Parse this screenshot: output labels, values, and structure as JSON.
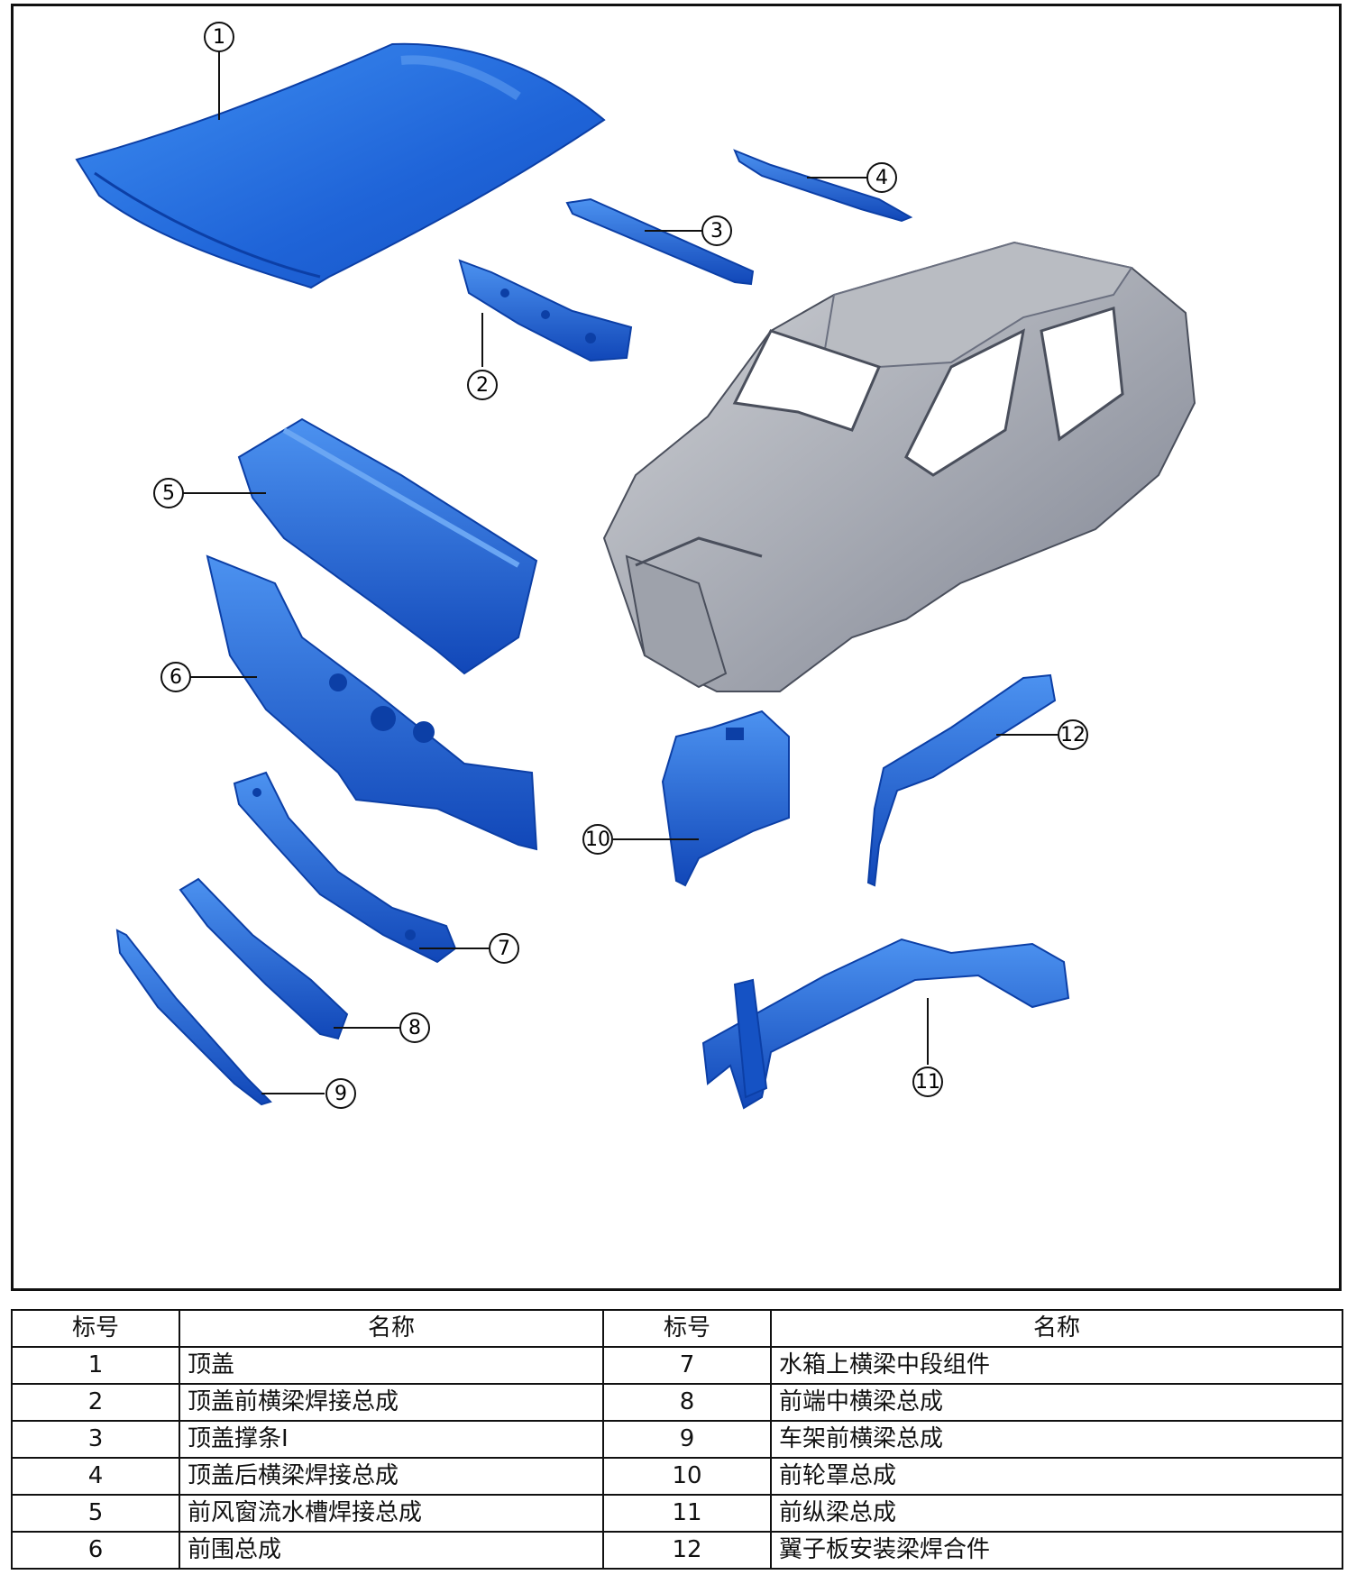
{
  "callouts": [
    "1",
    "2",
    "3",
    "4",
    "5",
    "6",
    "7",
    "8",
    "9",
    "10",
    "11",
    "12"
  ],
  "legend": {
    "headers": [
      "标号",
      "名称",
      "标号",
      "名称"
    ],
    "rows": [
      {
        "left_num": "1",
        "left_name": "顶盖",
        "right_num": "7",
        "right_name": "水箱上横梁中段组件"
      },
      {
        "left_num": "2",
        "left_name": "顶盖前横梁焊接总成",
        "right_num": "8",
        "right_name": "前端中横梁总成"
      },
      {
        "left_num": "3",
        "left_name": "顶盖撑条Ⅰ",
        "right_num": "9",
        "right_name": "车架前横梁总成"
      },
      {
        "left_num": "4",
        "left_name": "顶盖后横梁焊接总成",
        "right_num": "10",
        "right_name": "前轮罩总成"
      },
      {
        "left_num": "5",
        "left_name": "前风窗流水槽焊接总成",
        "right_num": "11",
        "right_name": "前纵梁总成"
      },
      {
        "left_num": "6",
        "left_name": "前围总成",
        "right_num": "12",
        "right_name": "翼子板安装梁焊合件"
      }
    ]
  },
  "colors": {
    "part_blue": "#1f64d8",
    "part_blue_dark": "#0c3fa6",
    "part_blue_light": "#5a9cf0",
    "body_gray": "#8a8f99",
    "body_dark": "#4a4f5c",
    "line": "#111111"
  }
}
